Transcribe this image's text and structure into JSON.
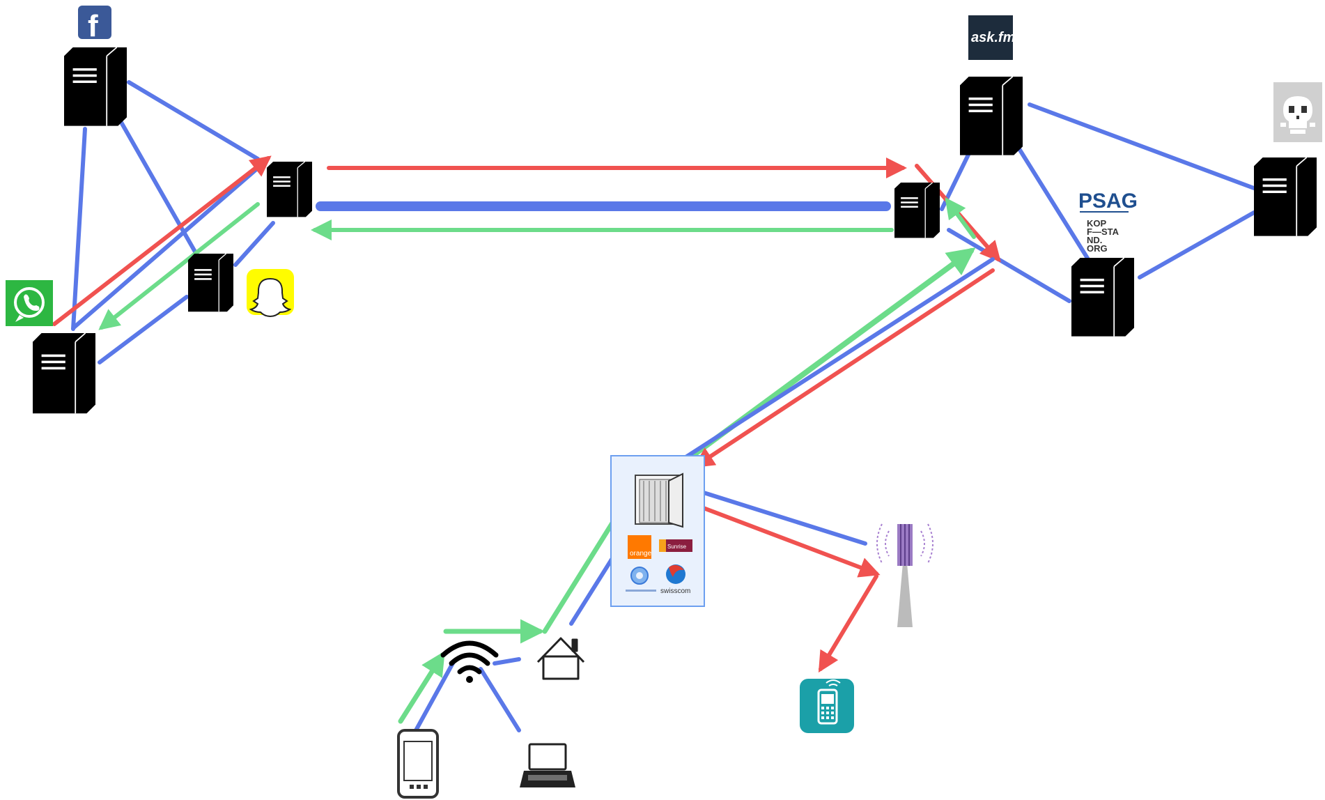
{
  "logos": {
    "facebook": "f",
    "askfm": "ask.fm",
    "psag_title": "PSAG",
    "psag_sub": [
      "KOP",
      "F—STA",
      "ND.",
      "ORG"
    ],
    "orange": "orange",
    "sunrise": "Sunrise",
    "swisscom": "swisscom"
  },
  "colors": {
    "red": "#f05250",
    "blue": "#5a78e8",
    "green": "#6cdc8a",
    "server": "#000000",
    "facebook": "#3b5998",
    "whatsapp": "#2db742",
    "snapchat": "#fffc00",
    "askfm": "#1d2c3c",
    "psag": "#1f4f8f",
    "phone_tile": "#1ba0a8",
    "isp_box_border": "#6c9ff0"
  },
  "icons": [
    "server-icon",
    "facebook-icon",
    "whatsapp-icon",
    "snapchat-icon",
    "askfm-icon",
    "skull-icon",
    "psag-logo",
    "door-icon",
    "antenna-tower-icon",
    "mobile-phone-icon",
    "wifi-icon",
    "home-icon",
    "smartphone-icon",
    "laptop-icon"
  ]
}
